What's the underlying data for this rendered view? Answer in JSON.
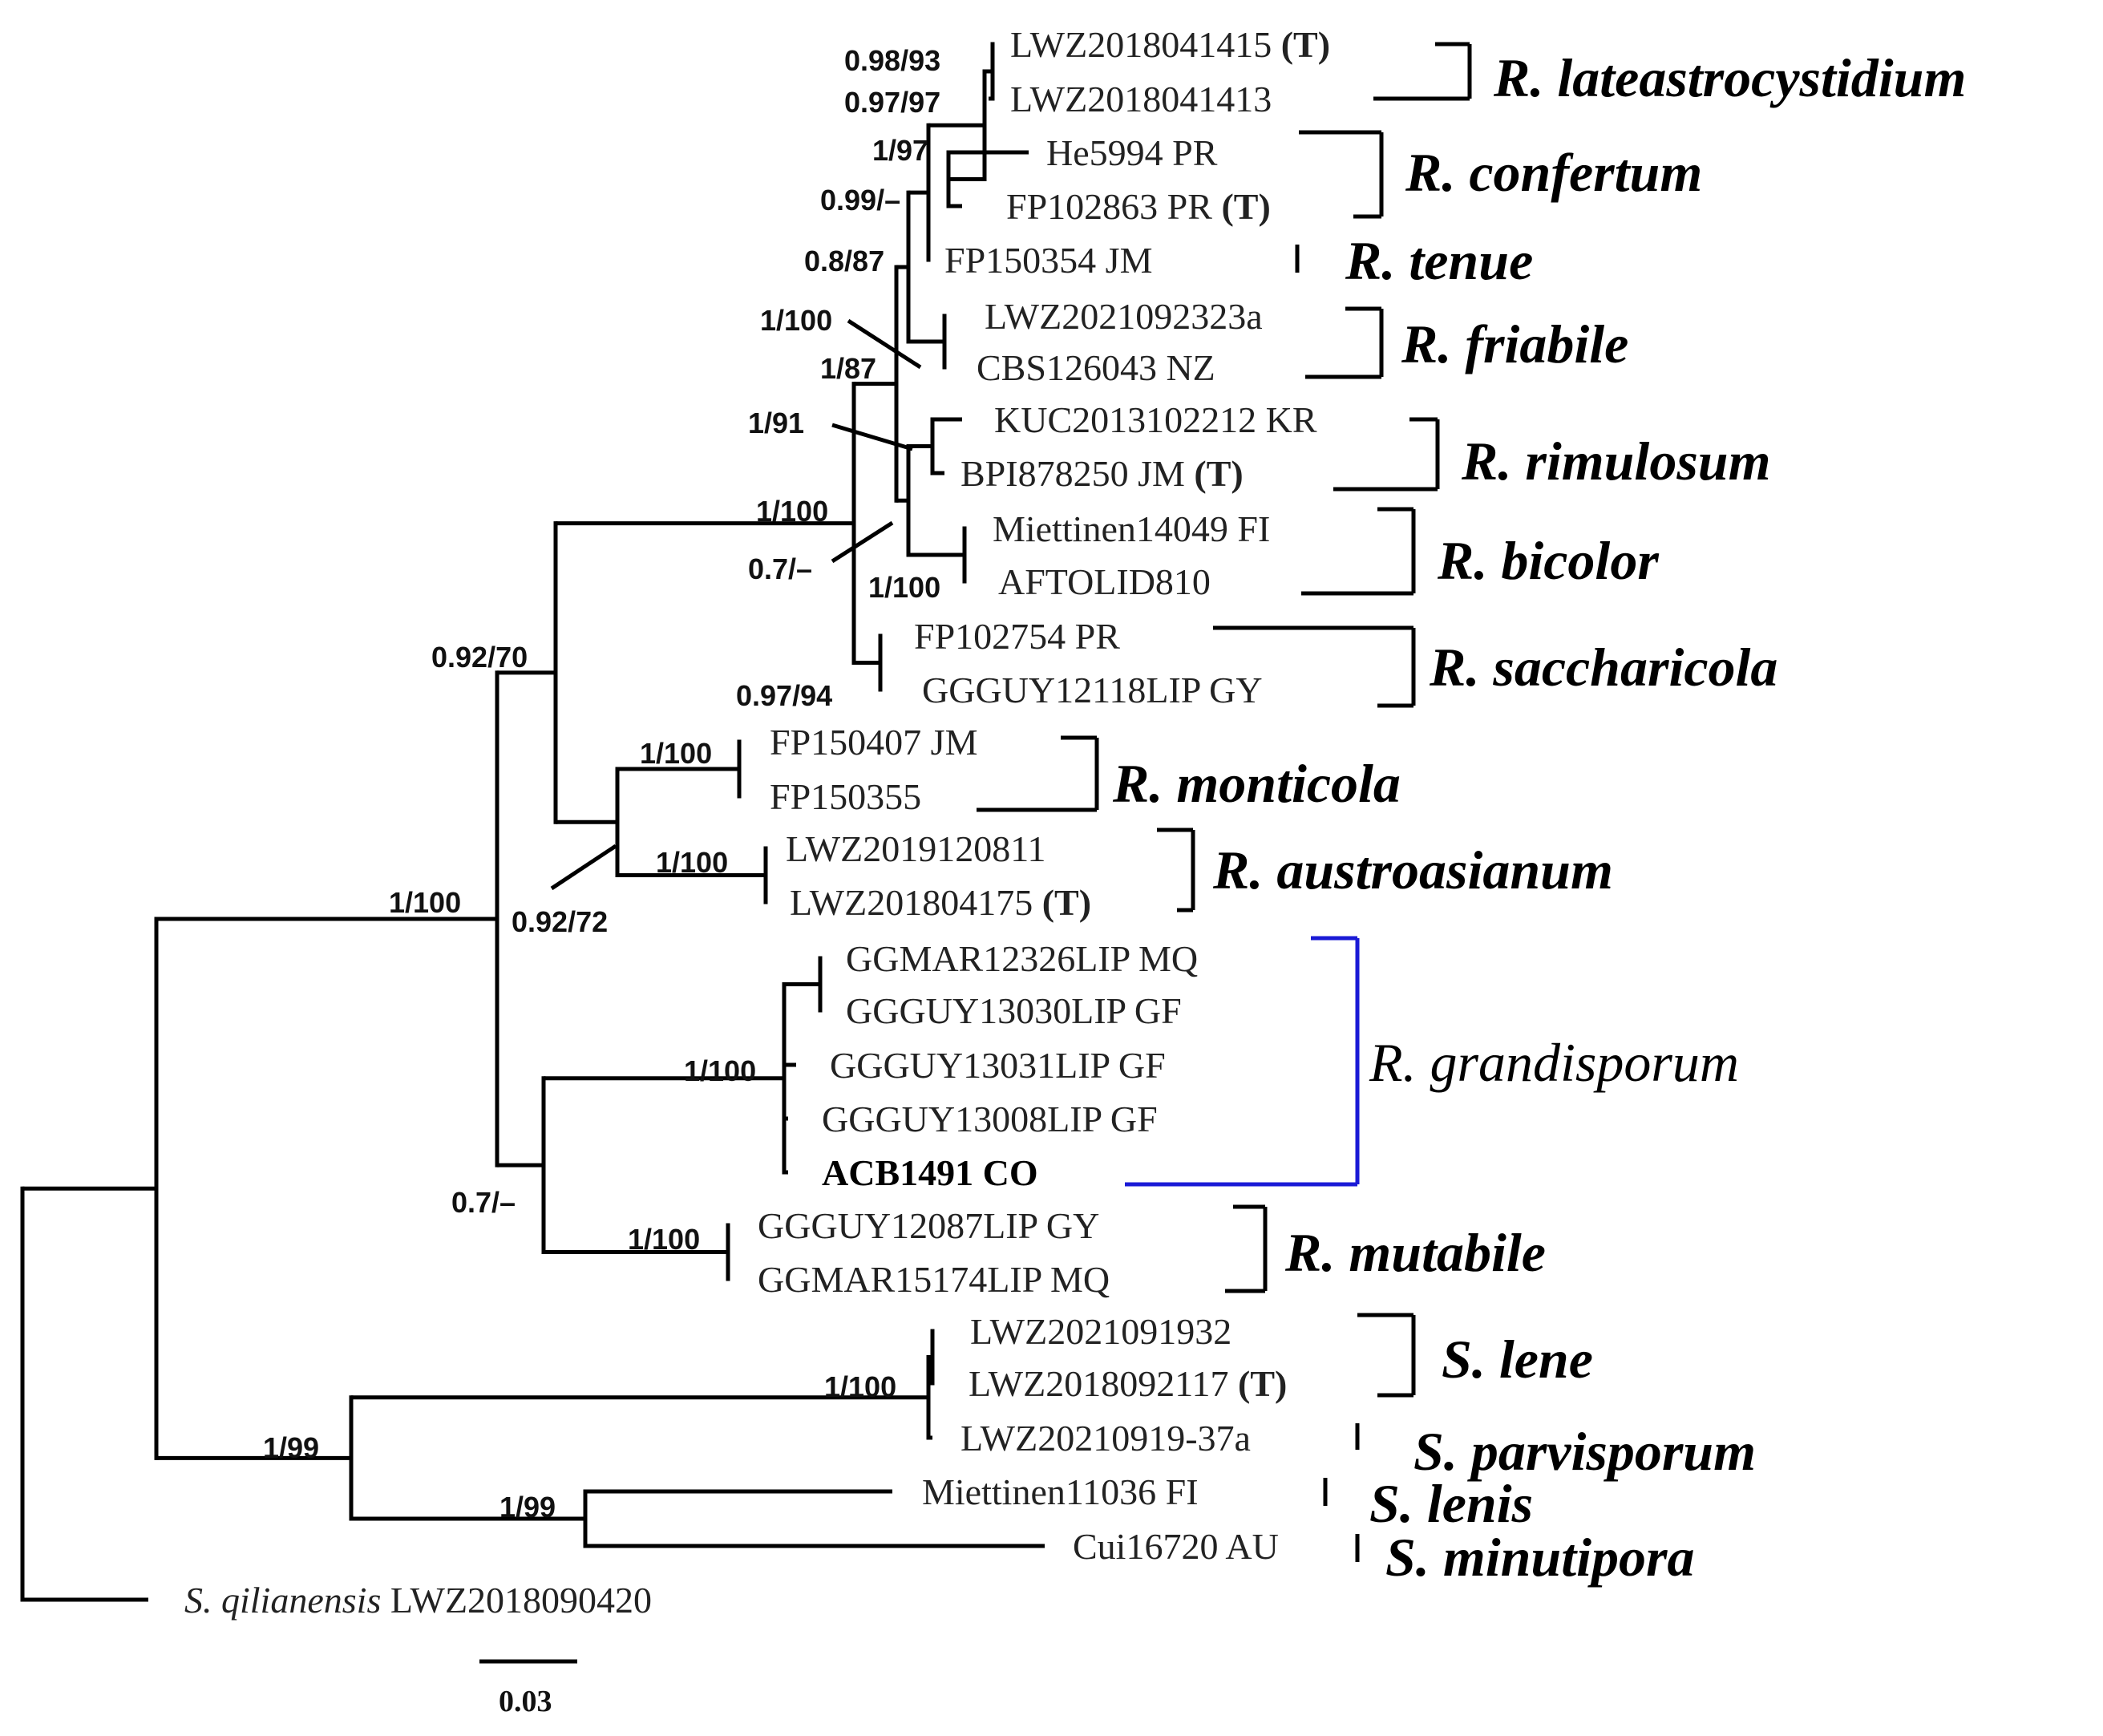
{
  "colors": {
    "line": "#000000",
    "focus": "#1a1ad6",
    "text": "#222222"
  },
  "scale_bar": {
    "label": "0.03"
  },
  "type_tag": "(T)",
  "tips": [
    {
      "id": "t1",
      "label": "LWZ2018041415",
      "type": true
    },
    {
      "id": "t2",
      "label": "LWZ2018041413"
    },
    {
      "id": "t3",
      "label": "He5994 PR"
    },
    {
      "id": "t4",
      "label": "FP102863 PR",
      "type": true
    },
    {
      "id": "t5",
      "label": "FP150354 JM"
    },
    {
      "id": "t6",
      "label": "LWZ2021092323a"
    },
    {
      "id": "t7",
      "label": "CBS126043 NZ"
    },
    {
      "id": "t8",
      "label": "KUC2013102212 KR"
    },
    {
      "id": "t9",
      "label": "BPI878250 JM",
      "type": true
    },
    {
      "id": "t10",
      "label": "Miettinen14049 FI"
    },
    {
      "id": "t11",
      "label": "AFTOLID810"
    },
    {
      "id": "t12",
      "label": "FP102754 PR"
    },
    {
      "id": "t13",
      "label": "GGGUY12118LIP GY"
    },
    {
      "id": "t14",
      "label": "FP150407 JM"
    },
    {
      "id": "t15",
      "label": "FP150355"
    },
    {
      "id": "t16",
      "label": "LWZ2019120811"
    },
    {
      "id": "t17",
      "label": "LWZ201804175",
      "type": true
    },
    {
      "id": "t18",
      "label": "GGMAR12326LIP MQ"
    },
    {
      "id": "t19",
      "label": "GGGUY13030LIP GF"
    },
    {
      "id": "t20",
      "label": "GGGUY13031LIP GF"
    },
    {
      "id": "t21",
      "label": "GGGUY13008LIP GF"
    },
    {
      "id": "t22",
      "label": "ACB1491 CO",
      "bold": true
    },
    {
      "id": "t23",
      "label": "GGGUY12087LIP GY"
    },
    {
      "id": "t24",
      "label": "GGMAR15174LIP MQ"
    },
    {
      "id": "t25",
      "label": "LWZ2021091932"
    },
    {
      "id": "t26",
      "label": "LWZ2018092117",
      "type": true
    },
    {
      "id": "t27",
      "label": "LWZ20210919-37a"
    },
    {
      "id": "t28",
      "label": "Miettinen11036 FI"
    },
    {
      "id": "t29",
      "label": "Cui16720 AU"
    },
    {
      "id": "t30",
      "label": "LWZ2018090420",
      "species": "S. qilianensis"
    }
  ],
  "supports": {
    "n_lat": "0.98/93",
    "n_lat_conf": "0.97/97",
    "n_lat_conf2": "1/97",
    "n_conf_ten": "0.99/–",
    "n_core": "0.8/87",
    "n_fri": "1/100",
    "n_core2": "1/87",
    "n_rim": "1/91",
    "n_rimbic": "0.7/–",
    "n_bic": "1/100",
    "n_upper": "1/100",
    "n_sac": "0.97/94",
    "n_ma": "0.92/72",
    "n_mon": "1/100",
    "n_aus": "1/100",
    "n_rhizo": "0.92/70",
    "n_gm": "0.7/–",
    "n_grand": "1/100",
    "n_mut": "1/100",
    "n_R": "1/100",
    "n_sl": "1/100",
    "n_S": "1/99",
    "n_ln": "1/99"
  },
  "clades": [
    {
      "id": "c1",
      "name": "R. lateastrocystidium"
    },
    {
      "id": "c2",
      "name": "R. confertum"
    },
    {
      "id": "c3",
      "name": "R. tenue"
    },
    {
      "id": "c4",
      "name": "R. friabile"
    },
    {
      "id": "c5",
      "name": "R. rimulosum"
    },
    {
      "id": "c6",
      "name": "R. bicolor"
    },
    {
      "id": "c7",
      "name": "R. saccharicola"
    },
    {
      "id": "c8",
      "name": "R. monticola"
    },
    {
      "id": "c9",
      "name": "R. austroasianum"
    },
    {
      "id": "c10",
      "name": "R. grandisporum",
      "focus": true
    },
    {
      "id": "c11",
      "name": "R. mutabile"
    },
    {
      "id": "c12",
      "name": "S. lene"
    },
    {
      "id": "c13",
      "name": "S. parvisporum"
    },
    {
      "id": "c14",
      "name": "S. lenis"
    },
    {
      "id": "c15",
      "name": "S. minutipora"
    }
  ]
}
